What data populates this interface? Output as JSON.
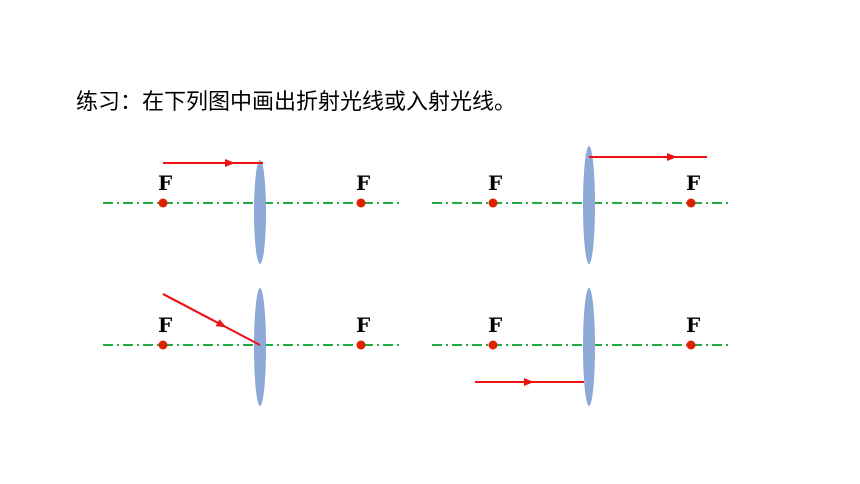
{
  "heading": "练习：在下列图中画出折射光线或入射光线。",
  "colors": {
    "background": "#ffffff",
    "axis": "#22aa44",
    "lens_fill": "#8ea8d8",
    "ray": "#ee1111",
    "focal_point": "#dd2200",
    "label": "#000000"
  },
  "panels": [
    {
      "id": "top-left",
      "focal_labels": [
        "F",
        "F"
      ],
      "lens_type": "convex",
      "ray": "incident-parallel-above-axis"
    },
    {
      "id": "top-right",
      "focal_labels": [
        "F",
        "F"
      ],
      "lens_type": "convex",
      "ray": "refracted-parallel-above-axis"
    },
    {
      "id": "bottom-left",
      "focal_labels": [
        "F",
        "F"
      ],
      "lens_type": "convex",
      "ray": "incident-oblique-to-optical-center"
    },
    {
      "id": "bottom-right",
      "focal_labels": [
        "F",
        "F"
      ],
      "lens_type": "convex",
      "ray": "incident-parallel-below-axis"
    }
  ]
}
